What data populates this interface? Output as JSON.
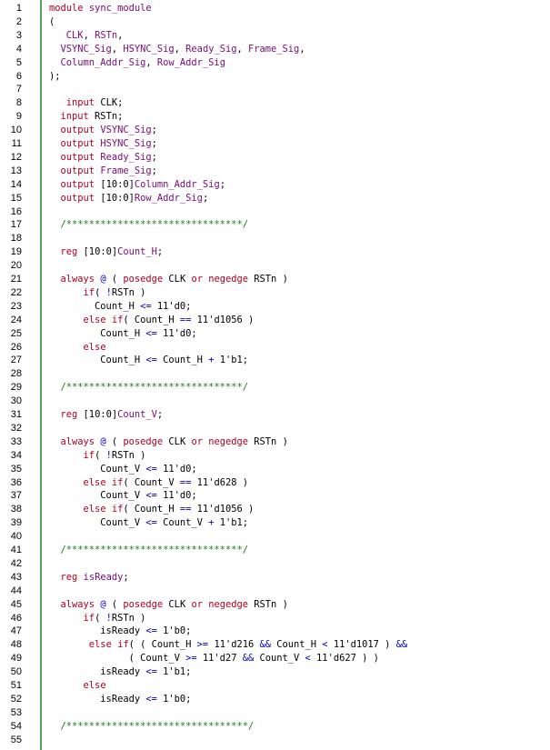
{
  "editor": {
    "language": "verilog",
    "colors": {
      "keyword": "#b0001e",
      "identifier": "#7a0a78",
      "comment": "#1e7a1e",
      "operator": "#0000d0",
      "plain": "#000000",
      "gutter_rule": "#5aa05a"
    },
    "lines": [
      {
        "n": "1",
        "tokens": [
          [
            "module",
            "kw"
          ],
          [
            " "
          ],
          [
            "sync_module",
            "id"
          ]
        ]
      },
      {
        "n": "2",
        "tokens": [
          [
            "("
          ]
        ]
      },
      {
        "n": "3",
        "tokens": [
          [
            "   "
          ],
          [
            "CLK",
            "id"
          ],
          [
            ", "
          ],
          [
            "RSTn",
            "id"
          ],
          [
            ","
          ]
        ]
      },
      {
        "n": "4",
        "tokens": [
          [
            "  "
          ],
          [
            "VSYNC_Sig",
            "id"
          ],
          [
            ", "
          ],
          [
            "HSYNC_Sig",
            "id"
          ],
          [
            ", "
          ],
          [
            "Ready_Sig",
            "id"
          ],
          [
            ", "
          ],
          [
            "Frame_Sig",
            "id"
          ],
          [
            ","
          ]
        ]
      },
      {
        "n": "5",
        "tokens": [
          [
            "  "
          ],
          [
            "Column_Addr_Sig",
            "id"
          ],
          [
            ", "
          ],
          [
            "Row_Addr_Sig",
            "id"
          ]
        ]
      },
      {
        "n": "6",
        "tokens": [
          [
            ");"
          ]
        ]
      },
      {
        "n": "7",
        "tokens": []
      },
      {
        "n": "8",
        "tokens": [
          [
            "   "
          ],
          [
            "input",
            "kw"
          ],
          [
            " CLK;"
          ]
        ]
      },
      {
        "n": "9",
        "tokens": [
          [
            "  "
          ],
          [
            "input",
            "kw"
          ],
          [
            " RSTn;"
          ]
        ]
      },
      {
        "n": "10",
        "tokens": [
          [
            "  "
          ],
          [
            "output",
            "kw"
          ],
          [
            " "
          ],
          [
            "VSYNC_Sig",
            "id"
          ],
          [
            ";"
          ]
        ]
      },
      {
        "n": "11",
        "tokens": [
          [
            "  "
          ],
          [
            "output",
            "kw"
          ],
          [
            " "
          ],
          [
            "HSYNC_Sig",
            "id"
          ],
          [
            ";"
          ]
        ]
      },
      {
        "n": "12",
        "tokens": [
          [
            "  "
          ],
          [
            "output",
            "kw"
          ],
          [
            " "
          ],
          [
            "Ready_Sig",
            "id"
          ],
          [
            ";"
          ]
        ]
      },
      {
        "n": "13",
        "tokens": [
          [
            "  "
          ],
          [
            "output",
            "kw"
          ],
          [
            " "
          ],
          [
            "Frame_Sig",
            "id"
          ],
          [
            ";"
          ]
        ]
      },
      {
        "n": "14",
        "tokens": [
          [
            "  "
          ],
          [
            "output",
            "kw"
          ],
          [
            " [10:0]"
          ],
          [
            "Column_Addr_Sig",
            "id"
          ],
          [
            ";"
          ]
        ]
      },
      {
        "n": "15",
        "tokens": [
          [
            "  "
          ],
          [
            "output",
            "kw"
          ],
          [
            " [10:0]"
          ],
          [
            "Row_Addr_Sig",
            "id"
          ],
          [
            ";"
          ]
        ]
      },
      {
        "n": "16",
        "tokens": []
      },
      {
        "n": "17",
        "tokens": [
          [
            "  "
          ],
          [
            "/*******************************/",
            "cm"
          ]
        ]
      },
      {
        "n": "18",
        "tokens": []
      },
      {
        "n": "19",
        "tokens": [
          [
            "  "
          ],
          [
            "reg",
            "kw"
          ],
          [
            " [10:0]"
          ],
          [
            "Count_H",
            "id"
          ],
          [
            ";"
          ]
        ]
      },
      {
        "n": "20",
        "tokens": []
      },
      {
        "n": "21",
        "tokens": [
          [
            "  "
          ],
          [
            "always",
            "kw"
          ],
          [
            " "
          ],
          [
            "@",
            "op"
          ],
          [
            " ( "
          ],
          [
            "posedge",
            "kw"
          ],
          [
            " CLK "
          ],
          [
            "or",
            "kw"
          ],
          [
            " "
          ],
          [
            "negedge",
            "kw"
          ],
          [
            " RSTn )"
          ]
        ]
      },
      {
        "n": "22",
        "tokens": [
          [
            "      "
          ],
          [
            "if",
            "kw"
          ],
          [
            "( "
          ],
          [
            "!",
            "op"
          ],
          [
            "RSTn )"
          ]
        ]
      },
      {
        "n": "23",
        "tokens": [
          [
            "        Count_H "
          ],
          [
            "<=",
            "op"
          ],
          [
            " 11'd0;"
          ]
        ]
      },
      {
        "n": "24",
        "tokens": [
          [
            "      "
          ],
          [
            "else if",
            "kw"
          ],
          [
            "( Count_H "
          ],
          [
            "==",
            "op"
          ],
          [
            " 11'd1056 )"
          ]
        ]
      },
      {
        "n": "25",
        "tokens": [
          [
            "         Count_H "
          ],
          [
            "<=",
            "op"
          ],
          [
            " 11'd0;"
          ]
        ]
      },
      {
        "n": "26",
        "tokens": [
          [
            "      "
          ],
          [
            "else",
            "kw"
          ]
        ]
      },
      {
        "n": "27",
        "tokens": [
          [
            "         Count_H "
          ],
          [
            "<=",
            "op"
          ],
          [
            " Count_H "
          ],
          [
            "+",
            "op"
          ],
          [
            " 1'b1;"
          ]
        ]
      },
      {
        "n": "28",
        "tokens": []
      },
      {
        "n": "29",
        "tokens": [
          [
            "  "
          ],
          [
            "/*******************************/",
            "cm"
          ]
        ]
      },
      {
        "n": "30",
        "tokens": []
      },
      {
        "n": "31",
        "tokens": [
          [
            "  "
          ],
          [
            "reg",
            "kw"
          ],
          [
            " [10:0]"
          ],
          [
            "Count_V",
            "id"
          ],
          [
            ";"
          ]
        ]
      },
      {
        "n": "32",
        "tokens": []
      },
      {
        "n": "33",
        "tokens": [
          [
            "  "
          ],
          [
            "always",
            "kw"
          ],
          [
            " "
          ],
          [
            "@",
            "op"
          ],
          [
            " ( "
          ],
          [
            "posedge",
            "kw"
          ],
          [
            " CLK "
          ],
          [
            "or",
            "kw"
          ],
          [
            " "
          ],
          [
            "negedge",
            "kw"
          ],
          [
            " RSTn )"
          ]
        ]
      },
      {
        "n": "34",
        "tokens": [
          [
            "      "
          ],
          [
            "if",
            "kw"
          ],
          [
            "( "
          ],
          [
            "!",
            "op"
          ],
          [
            "RSTn )"
          ]
        ]
      },
      {
        "n": "35",
        "tokens": [
          [
            "         Count_V "
          ],
          [
            "<=",
            "op"
          ],
          [
            " 11'd0;"
          ]
        ]
      },
      {
        "n": "36",
        "tokens": [
          [
            "      "
          ],
          [
            "else if",
            "kw"
          ],
          [
            "( Count_V "
          ],
          [
            "==",
            "op"
          ],
          [
            " 11'd628 )"
          ]
        ]
      },
      {
        "n": "37",
        "tokens": [
          [
            "         Count_V "
          ],
          [
            "<=",
            "op"
          ],
          [
            " 11'd0;"
          ]
        ]
      },
      {
        "n": "38",
        "tokens": [
          [
            "      "
          ],
          [
            "else if",
            "kw"
          ],
          [
            "( Count_H "
          ],
          [
            "==",
            "op"
          ],
          [
            " 11'd1056 )"
          ]
        ]
      },
      {
        "n": "39",
        "tokens": [
          [
            "         Count_V "
          ],
          [
            "<=",
            "op"
          ],
          [
            " Count_V "
          ],
          [
            "+",
            "op"
          ],
          [
            " 1'b1;"
          ]
        ]
      },
      {
        "n": "40",
        "tokens": []
      },
      {
        "n": "41",
        "tokens": [
          [
            "  "
          ],
          [
            "/*******************************/",
            "cm"
          ]
        ]
      },
      {
        "n": "42",
        "tokens": []
      },
      {
        "n": "43",
        "tokens": [
          [
            "  "
          ],
          [
            "reg",
            "kw"
          ],
          [
            " "
          ],
          [
            "isReady",
            "id"
          ],
          [
            ";"
          ]
        ]
      },
      {
        "n": "44",
        "tokens": []
      },
      {
        "n": "45",
        "tokens": [
          [
            "  "
          ],
          [
            "always",
            "kw"
          ],
          [
            " "
          ],
          [
            "@",
            "op"
          ],
          [
            " ( "
          ],
          [
            "posedge",
            "kw"
          ],
          [
            " CLK "
          ],
          [
            "or",
            "kw"
          ],
          [
            " "
          ],
          [
            "negedge",
            "kw"
          ],
          [
            " RSTn )"
          ]
        ]
      },
      {
        "n": "46",
        "tokens": [
          [
            "      "
          ],
          [
            "if",
            "kw"
          ],
          [
            "( "
          ],
          [
            "!",
            "op"
          ],
          [
            "RSTn )"
          ]
        ]
      },
      {
        "n": "47",
        "tokens": [
          [
            "         isReady "
          ],
          [
            "<=",
            "op"
          ],
          [
            " 1'b0;"
          ]
        ]
      },
      {
        "n": "48",
        "tokens": [
          [
            "       "
          ],
          [
            "else if",
            "kw"
          ],
          [
            "( ( Count_H "
          ],
          [
            ">=",
            "op"
          ],
          [
            " 11'd216 "
          ],
          [
            "&&",
            "op"
          ],
          [
            " Count_H "
          ],
          [
            "<",
            "op"
          ],
          [
            " 11'd1017 ) "
          ],
          [
            "&&",
            "op"
          ]
        ]
      },
      {
        "n": "49",
        "tokens": [
          [
            "              ( Count_V "
          ],
          [
            ">=",
            "op"
          ],
          [
            " 11'd27 "
          ],
          [
            "&&",
            "op"
          ],
          [
            " Count_V "
          ],
          [
            "<",
            "op"
          ],
          [
            " 11'd627 ) )"
          ]
        ]
      },
      {
        "n": "50",
        "tokens": [
          [
            "         isReady "
          ],
          [
            "<=",
            "op"
          ],
          [
            " 1'b1;"
          ]
        ]
      },
      {
        "n": "51",
        "tokens": [
          [
            "      "
          ],
          [
            "else",
            "kw"
          ]
        ]
      },
      {
        "n": "52",
        "tokens": [
          [
            "         isReady "
          ],
          [
            "<=",
            "op"
          ],
          [
            " 1'b0;"
          ]
        ]
      },
      {
        "n": "53",
        "tokens": []
      },
      {
        "n": "54",
        "tokens": [
          [
            "  "
          ],
          [
            "/********************************/",
            "cm"
          ]
        ]
      },
      {
        "n": "55",
        "tokens": []
      }
    ]
  }
}
